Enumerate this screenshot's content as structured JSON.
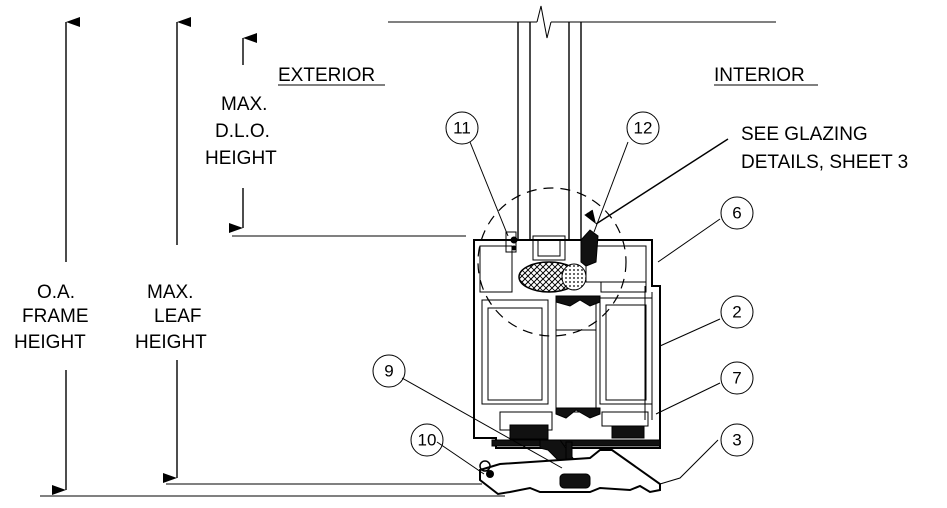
{
  "labels": {
    "exterior": "EXTERIOR",
    "interior": "INTERIOR",
    "dlo": [
      "MAX.",
      "D.L.O.",
      "HEIGHT"
    ],
    "frame": [
      "O.A.",
      "FRAME",
      "HEIGHT"
    ],
    "leaf": [
      "MAX.",
      "LEAF",
      "HEIGHT"
    ],
    "glazing_note": [
      "SEE GLAZING",
      "DETAILS, SHEET 3"
    ]
  },
  "callouts": {
    "c11": "11",
    "c12": "12",
    "c6": "6",
    "c2": "2",
    "c7": "7",
    "c9": "9",
    "c10": "10",
    "c3": "3"
  }
}
